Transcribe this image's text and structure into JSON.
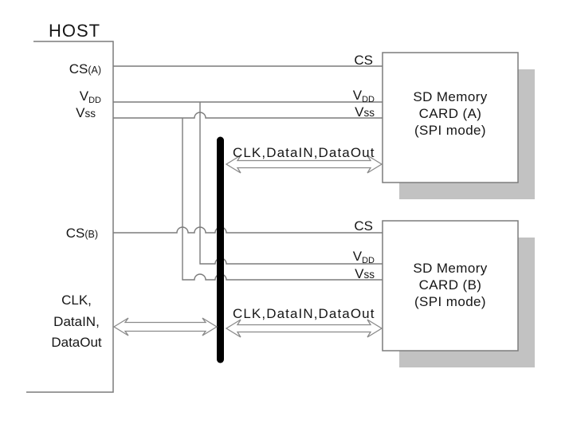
{
  "host": {
    "label": "HOST",
    "pin_cs_a": {
      "base": "CS",
      "sub": "(A)"
    },
    "pin_vdd": {
      "base": "V",
      "sub": "DD"
    },
    "pin_vss": {
      "base": "V",
      "sub": "ss"
    },
    "pin_cs_b": {
      "base": "CS",
      "sub": "(B)"
    },
    "clk_block_lines": [
      "CLK,",
      "DataIN,",
      "DataOut"
    ]
  },
  "bus": {
    "card_a_label": "CLK,DataIN,DataOut",
    "card_b_label": "CLK,DataIN,DataOut"
  },
  "card_a": {
    "pin_cs": "CS",
    "pin_vdd": {
      "base": "V",
      "sub": "DD"
    },
    "pin_vss": {
      "base": "V",
      "sub": "ss"
    },
    "body_lines": [
      "SD Memory",
      "CARD (A)",
      "(SPI mode)"
    ]
  },
  "card_b": {
    "pin_cs": "CS",
    "pin_vdd": {
      "base": "V",
      "sub": "DD"
    },
    "pin_vss": {
      "base": "V",
      "sub": "ss"
    },
    "body_lines": [
      "SD Memory",
      "CARD (B)",
      "(SPI mode)"
    ]
  },
  "colors": {
    "line": "#7c7c7c",
    "bus": "#000000",
    "card_border": "#7c7c7c",
    "card_shadow": "#c2c2c2",
    "text": "#161616",
    "background": "#ffffff"
  }
}
